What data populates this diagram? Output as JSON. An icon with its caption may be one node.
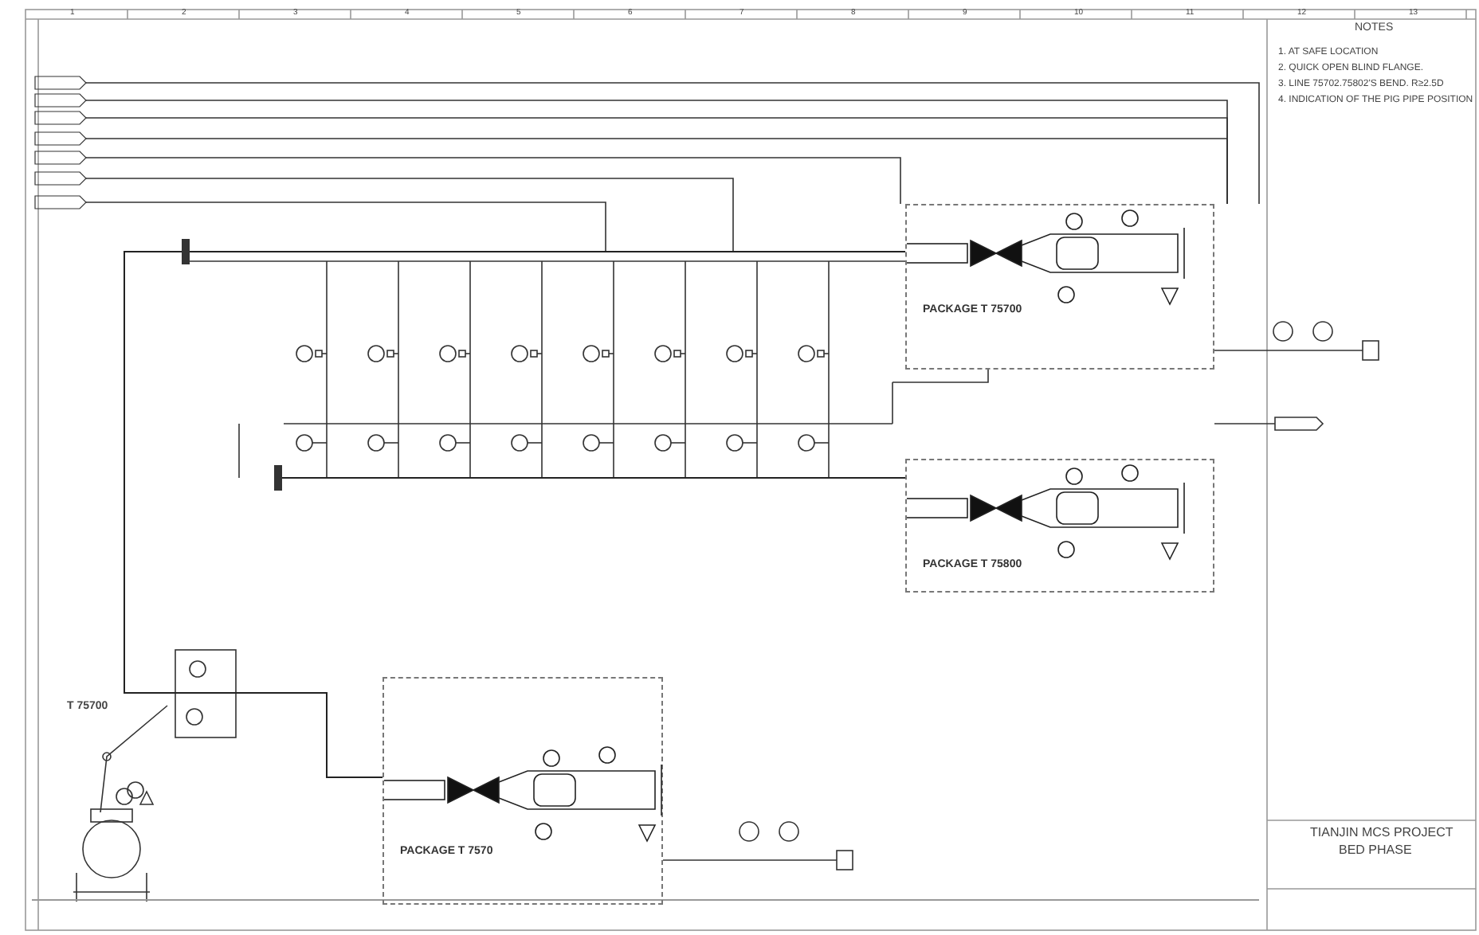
{
  "diagram": {
    "nodes": [
      {
        "text": [
          "PACKAGE T 75700"
        ]
      },
      {
        "text": [
          "PACKAGE T 75800"
        ]
      },
      {
        "text": [
          "PACKAGE T 7570"
        ]
      },
      {
        "text": [],
        "shape": "bar"
      },
      {
        "text": [],
        "shape": "bar"
      }
    ],
    "edges": [
      {
        "from": 3,
        "to": 0,
        "arrow": "none"
      },
      {
        "from": 4,
        "to": 1,
        "arrow": "none"
      },
      {
        "from": 3,
        "to": 2,
        "arrow": "none"
      }
    ],
    "labels": [
      "1",
      "2",
      "3",
      "4",
      "5",
      "6",
      "7",
      "8",
      "9",
      "10",
      "11",
      "12",
      "13",
      "NOTES",
      "1. AT SAFE LOCATION",
      "2. QUICK OPEN BLIND FLANGE.",
      "3. LINE 75702.75802'S BEND. R≥2.5D",
      "4. INDICATION OF THE PIG PIPE POSITION",
      "T 75700",
      "TIANJIN MCS PROJECT",
      "BED PHASE"
    ]
  }
}
